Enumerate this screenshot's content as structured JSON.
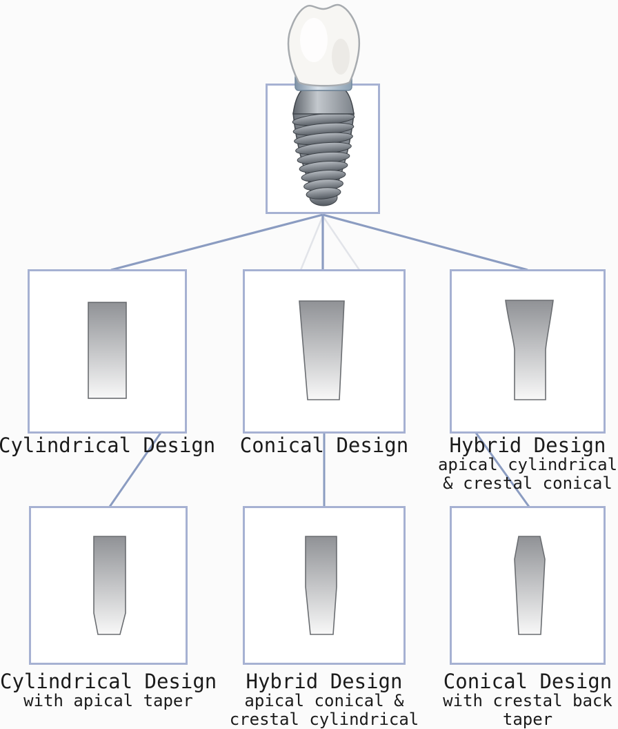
{
  "diagram": {
    "title_hint": "Dental implant macro-design classification",
    "root": {
      "shape": "dental-implant-illustration"
    },
    "row1": [
      {
        "title": "Cylindrical Design",
        "sub": [],
        "shape": "cylindrical"
      },
      {
        "title": "Conical Design",
        "sub": [],
        "shape": "conical"
      },
      {
        "title": "Hybrid Design",
        "sub": [
          "apical cylindrical",
          "& crestal conical"
        ],
        "shape": "hybrid-crestal-conical"
      }
    ],
    "row2": [
      {
        "title": "Cylindrical Design",
        "sub": [
          "with apical taper"
        ],
        "shape": "cylindrical-with-apical-taper"
      },
      {
        "title": "Hybrid Design",
        "sub": [
          "apical conical &",
          "crestal cylindrical"
        ],
        "shape": "hybrid-apical-conical"
      },
      {
        "title": "Conical Design",
        "sub": [
          "with crestal back",
          "taper"
        ],
        "shape": "conical-with-crestal-back-taper"
      }
    ],
    "colors": {
      "box_border": "#a6b1d2",
      "connector": "#8b9cc1",
      "connector_faint": "#e2e4e9",
      "text": "#1b1b1b",
      "shape_gradient_top": "#909296",
      "shape_gradient_bottom": "#f8f8f8",
      "shape_stroke": "#6a6d71",
      "implant_metal": "#8a9097",
      "implant_collar": "#8ba0b2",
      "crown_white": "#f7f6f3"
    }
  }
}
